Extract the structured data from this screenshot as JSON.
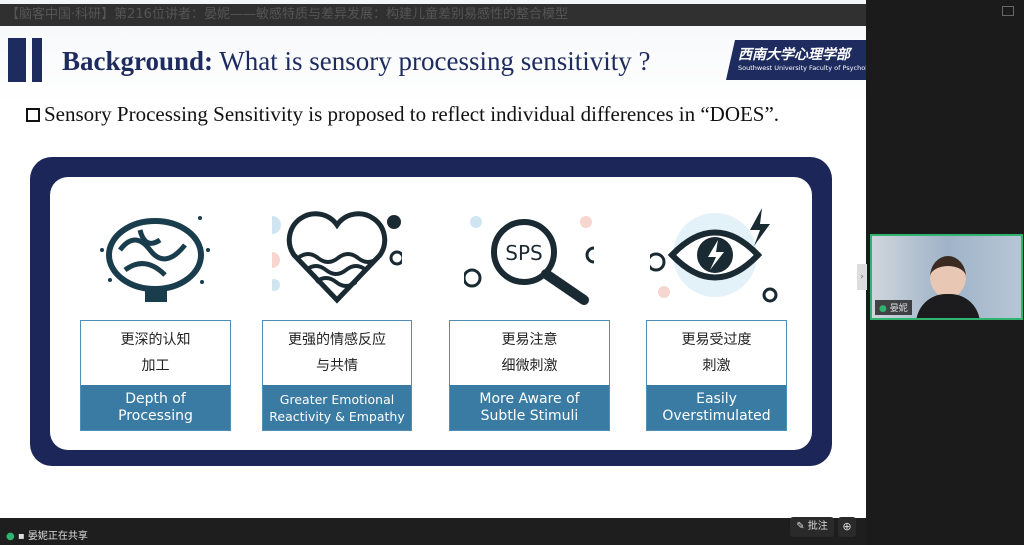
{
  "meeting_title": "【脑客中国·科研】第216位讲者：晏妮——敏感特质与差异发展：构建儿童差别易感性的整合模型",
  "slide": {
    "title_bold": "Background:",
    "title_rest": " What is sensory processing sensitivity ?",
    "logo_cn": "西南大学心理学部",
    "logo_en": "Southwest University Faculty of Psychology",
    "bullet": "Sensory Processing Sensitivity is proposed to reflect individual differences in “DOES”.",
    "sps_label": "SPS",
    "cards": [
      {
        "cn1": "更深的认知",
        "cn2": "加工",
        "en1": "Depth of",
        "en2": "Processing"
      },
      {
        "cn1": "更强的情感反应",
        "cn2": "与共情",
        "en1": "Greater Emotional",
        "en2": "Reactivity & Empathy"
      },
      {
        "cn1": "更易注意",
        "cn2": "细微刺激",
        "en1": "More Aware of",
        "en2": "Subtle Stimuli"
      },
      {
        "cn1": "更易受过度",
        "cn2": "刺激",
        "en1": "Easily",
        "en2": "Overstimulated"
      }
    ]
  },
  "video": {
    "participant_name": "晏妮"
  },
  "status": {
    "sharing_text": "晏妮正在共享"
  },
  "toolbar": {
    "annotate_label": "批注",
    "zoom_icon": "zoom-in-icon"
  },
  "colors": {
    "navy": "#1d2659",
    "card_blue": "#3a7ba4",
    "video_border": "#2fb36f"
  }
}
